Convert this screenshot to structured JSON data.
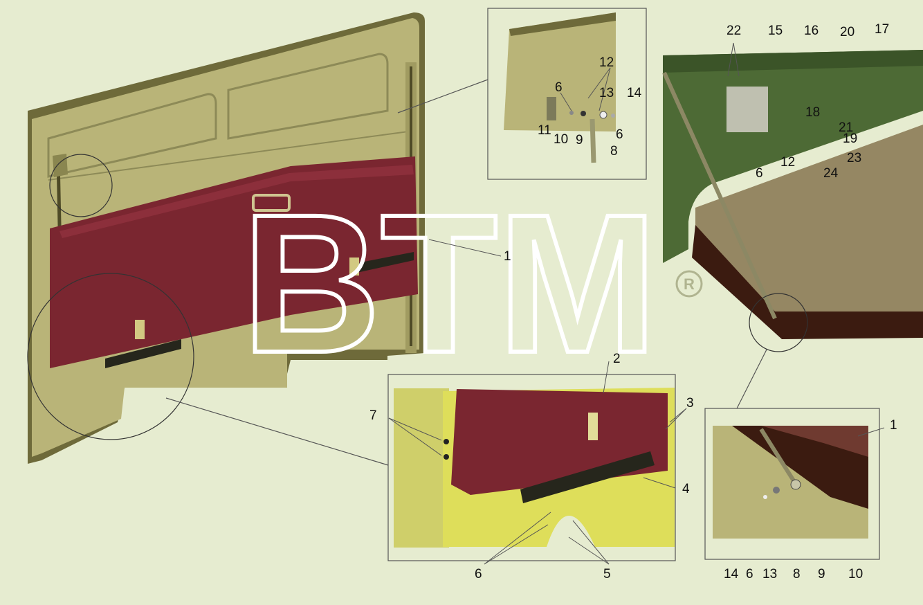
{
  "callouts": {
    "main": {
      "n1": "1"
    },
    "top_detail": {
      "n6": "6",
      "n12": "12",
      "n13": "13",
      "n14": "14",
      "n6b": "6",
      "n11": "11",
      "n10": "10",
      "n9": "9",
      "n8": "8"
    },
    "top_right": {
      "n22": "22",
      "n15": "15",
      "n16": "16",
      "n20": "20",
      "n17": "17",
      "n18": "18",
      "n21": "21",
      "n19": "19",
      "n23": "23",
      "n24": "24",
      "n6": "6",
      "n12": "12"
    },
    "bottom_detail": {
      "n2": "2",
      "n3": "3",
      "n7": "7",
      "n4": "4",
      "n6": "6",
      "n5": "5"
    },
    "bottom_right": {
      "n1": "1",
      "n14": "14",
      "n6": "6",
      "n13": "13",
      "n8": "8",
      "n9": "9",
      "n10": "10"
    }
  },
  "watermark": {
    "text": "BTM",
    "registered": "®"
  },
  "colors": {
    "background": "#e6ecd0",
    "panel_beige": "#b9b478",
    "panel_dark": "#6e6a3a",
    "cushion_red": "#7a2630",
    "cab_green": "#4d6a35",
    "bunk_tan": "#958763",
    "yellow_panel": "#dede5a",
    "box_border": "#555555"
  }
}
